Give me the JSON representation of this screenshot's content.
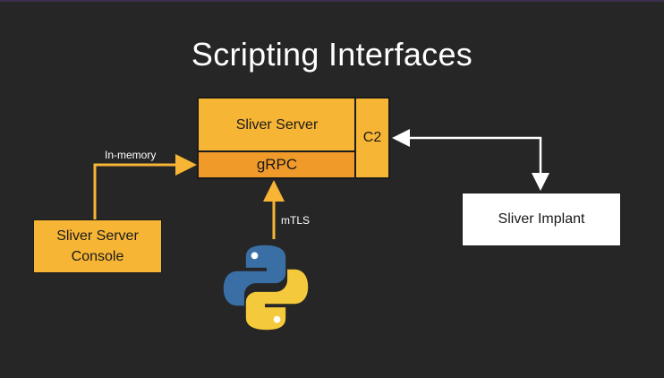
{
  "title": "Scripting Interfaces",
  "nodes": {
    "server": "Sliver Server",
    "grpc": "gRPC",
    "c2": "C2",
    "console_line1": "Sliver Server",
    "console_line2": "Console",
    "implant": "Sliver Implant"
  },
  "edges": {
    "in_memory": "In-memory",
    "mtls": "mTLS"
  },
  "colors": {
    "background": "#262626",
    "box_primary": "#f7b535",
    "box_secondary": "#f09a2a",
    "box_implant": "#ffffff",
    "line": "#ffffff",
    "python_blue": "#3a6fa5",
    "python_yellow": "#f5c93c"
  },
  "icons": {
    "python": "python-logo"
  }
}
